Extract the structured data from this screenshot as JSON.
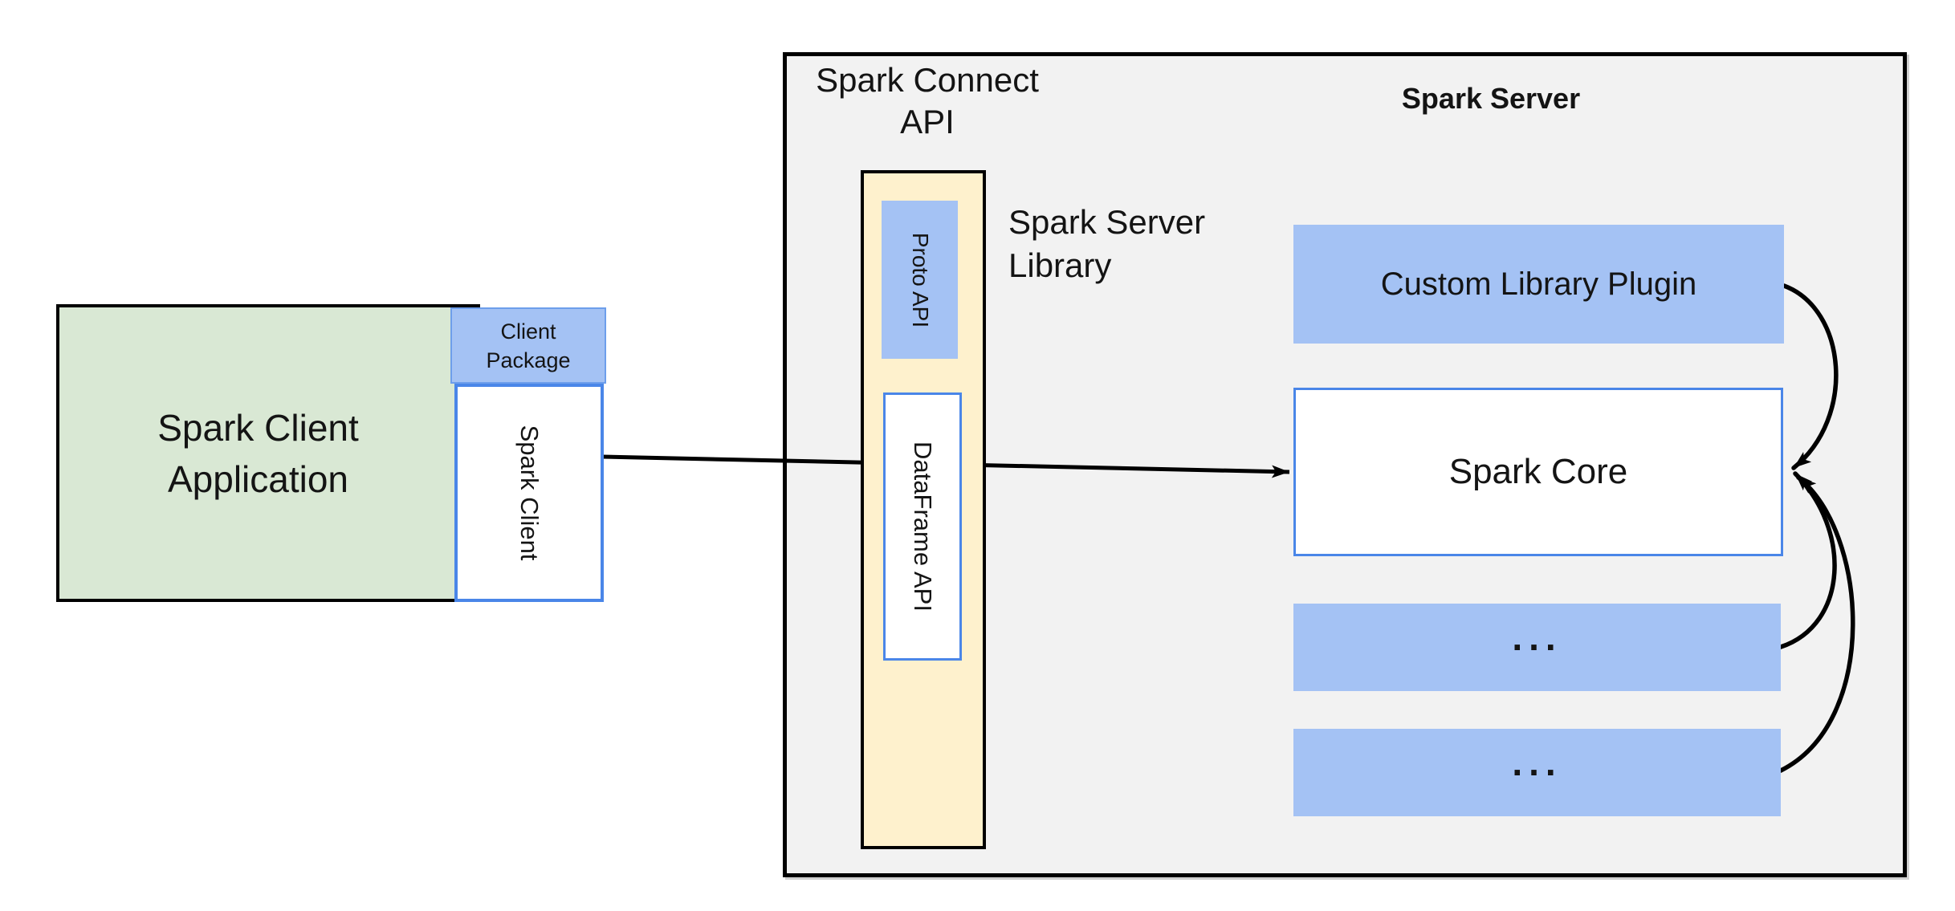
{
  "client": {
    "app_lines": [
      "Spark Client",
      "Application"
    ],
    "package_lines": [
      "Client",
      "Package"
    ],
    "spark_client_label": "Spark Client"
  },
  "connect_api": {
    "title_lines": [
      "Spark Connect",
      "API"
    ],
    "proto_label": "Proto  API",
    "dataframe_label": "DataFrame API",
    "library_lines": [
      "Spark Server",
      "Library"
    ]
  },
  "server": {
    "title": "Spark Server",
    "plugin_label": "Custom Library Plugin",
    "core_label": "Spark Core",
    "ellipsis_1": "...",
    "ellipsis_2": "..."
  },
  "colors": {
    "bg": "#ffffff",
    "server_bg": "#f2f2f2",
    "green": "#d9e8d4",
    "blue": "#a4c2f4",
    "yellow": "#fef1cd",
    "blue_border": "#4a86e8",
    "blue_border_soft": "#6d9eeb",
    "ink": "#141414",
    "line": "#000000"
  }
}
